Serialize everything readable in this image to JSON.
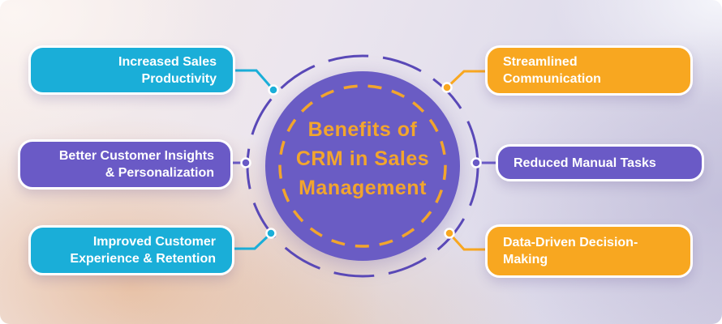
{
  "title": {
    "lines": [
      "Benefits of",
      "CRM in Sales",
      "Management"
    ]
  },
  "colors": {
    "cyan": "#1aaed8",
    "purple": "#6a5ac6",
    "yellow": "#f8a720",
    "disc": "#6a5cc4",
    "outer_ring": "#5a49b8",
    "accent": "#f2a52d",
    "label_text": "#ffffff"
  },
  "benefits": {
    "left": [
      {
        "lines": [
          "Increased Sales",
          "Productivity"
        ]
      },
      {
        "lines": [
          "Better Customer Insights",
          "& Personalization"
        ]
      },
      {
        "lines": [
          "Improved Customer",
          "Experience & Retention"
        ]
      }
    ],
    "right": [
      {
        "lines": [
          "Streamlined",
          "Communication"
        ]
      },
      {
        "lines": [
          "Reduced Manual Tasks"
        ]
      },
      {
        "lines": [
          "Data-Driven Decision-",
          "Making"
        ]
      }
    ]
  }
}
